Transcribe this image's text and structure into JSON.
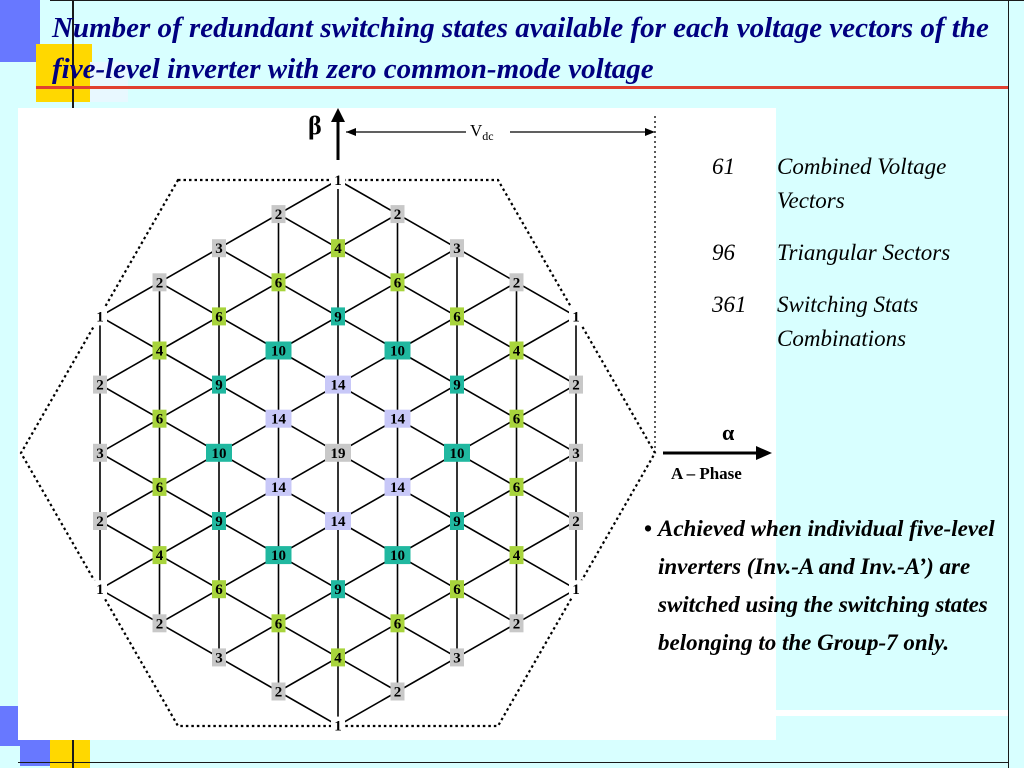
{
  "slide": {
    "title": "Number of redundant switching states available for each voltage vectors of the five-level inverter with zero common-mode voltage"
  },
  "stats": [
    {
      "value": "61",
      "label": "Combined Voltage Vectors"
    },
    {
      "value": "96",
      "label": "Triangular Sectors"
    },
    {
      "value": "361",
      "label": "Switching Stats Combinations"
    }
  ],
  "bullet": {
    "marker": "•",
    "text": "Achieved when individual five-level inverters (Inv.-A and Inv.-A’) are switched using the switching states belonging to the Group-7 only."
  },
  "diagram": {
    "beta_label": "β",
    "alpha_label": "α",
    "phase_label": "A – Phase",
    "vdc_main": "V",
    "vdc_sub": "dc",
    "nodes": [
      {
        "row": 0,
        "col": 0,
        "value": "1"
      },
      {
        "row": 1,
        "col": -1,
        "value": "2"
      },
      {
        "row": 1,
        "col": 1,
        "value": "2"
      },
      {
        "row": 2,
        "col": -2,
        "value": "3"
      },
      {
        "row": 2,
        "col": 0,
        "value": "4"
      },
      {
        "row": 2,
        "col": 2,
        "value": "3"
      },
      {
        "row": 3,
        "col": -3,
        "value": "2"
      },
      {
        "row": 3,
        "col": -1,
        "value": "6"
      },
      {
        "row": 3,
        "col": 1,
        "value": "6"
      },
      {
        "row": 3,
        "col": 3,
        "value": "2"
      },
      {
        "row": 4,
        "col": -4,
        "value": "1"
      },
      {
        "row": 4,
        "col": -2,
        "value": "6"
      },
      {
        "row": 4,
        "col": 0,
        "value": "9"
      },
      {
        "row": 4,
        "col": 2,
        "value": "6"
      },
      {
        "row": 4,
        "col": 4,
        "value": "1"
      },
      {
        "row": 5,
        "col": -3,
        "value": "4"
      },
      {
        "row": 5,
        "col": -1,
        "value": "10"
      },
      {
        "row": 5,
        "col": 1,
        "value": "10"
      },
      {
        "row": 5,
        "col": 3,
        "value": "4"
      },
      {
        "row": 6,
        "col": -4,
        "value": "2"
      },
      {
        "row": 6,
        "col": -2,
        "value": "9"
      },
      {
        "row": 6,
        "col": 0,
        "value": "14"
      },
      {
        "row": 6,
        "col": 2,
        "value": "9"
      },
      {
        "row": 6,
        "col": 4,
        "value": "2"
      },
      {
        "row": 7,
        "col": -3,
        "value": "6"
      },
      {
        "row": 7,
        "col": -1,
        "value": "14"
      },
      {
        "row": 7,
        "col": 1,
        "value": "14"
      },
      {
        "row": 7,
        "col": 3,
        "value": "6"
      },
      {
        "row": 8,
        "col": -4,
        "value": "3"
      },
      {
        "row": 8,
        "col": -2,
        "value": "10"
      },
      {
        "row": 8,
        "col": 0,
        "value": "19"
      },
      {
        "row": 8,
        "col": 2,
        "value": "10"
      },
      {
        "row": 8,
        "col": 4,
        "value": "3"
      },
      {
        "row": 9,
        "col": -3,
        "value": "6"
      },
      {
        "row": 9,
        "col": -1,
        "value": "14"
      },
      {
        "row": 9,
        "col": 1,
        "value": "14"
      },
      {
        "row": 9,
        "col": 3,
        "value": "6"
      },
      {
        "row": 10,
        "col": -4,
        "value": "2"
      },
      {
        "row": 10,
        "col": -2,
        "value": "9"
      },
      {
        "row": 10,
        "col": 0,
        "value": "14"
      },
      {
        "row": 10,
        "col": 2,
        "value": "9"
      },
      {
        "row": 10,
        "col": 4,
        "value": "2"
      },
      {
        "row": 11,
        "col": -3,
        "value": "4"
      },
      {
        "row": 11,
        "col": -1,
        "value": "10"
      },
      {
        "row": 11,
        "col": 1,
        "value": "10"
      },
      {
        "row": 11,
        "col": 3,
        "value": "4"
      },
      {
        "row": 12,
        "col": -4,
        "value": "1"
      },
      {
        "row": 12,
        "col": -2,
        "value": "6"
      },
      {
        "row": 12,
        "col": 0,
        "value": "9"
      },
      {
        "row": 12,
        "col": 2,
        "value": "6"
      },
      {
        "row": 12,
        "col": 4,
        "value": "1"
      },
      {
        "row": 13,
        "col": -3,
        "value": "2"
      },
      {
        "row": 13,
        "col": -1,
        "value": "6"
      },
      {
        "row": 13,
        "col": 1,
        "value": "6"
      },
      {
        "row": 13,
        "col": 3,
        "value": "2"
      },
      {
        "row": 14,
        "col": -2,
        "value": "3"
      },
      {
        "row": 14,
        "col": 0,
        "value": "4"
      },
      {
        "row": 14,
        "col": 2,
        "value": "3"
      },
      {
        "row": 15,
        "col": -1,
        "value": "2"
      },
      {
        "row": 15,
        "col": 1,
        "value": "2"
      },
      {
        "row": 16,
        "col": 0,
        "value": "1"
      }
    ],
    "value_colors": {
      "1": "#ffffff",
      "2": "#c8c8c8",
      "3": "#c8c8c8",
      "4": "#a8d43c",
      "6": "#a8d43c",
      "9": "#20b8a0",
      "10": "#20b8a0",
      "14": "#c8c8f8",
      "19": "#c8c8c8"
    }
  },
  "colors": {
    "background": "#d8ffff",
    "title": "#000080",
    "deco_blue": "#6878ff",
    "deco_yellow": "#ffd800",
    "deco_red": "#e04030"
  }
}
